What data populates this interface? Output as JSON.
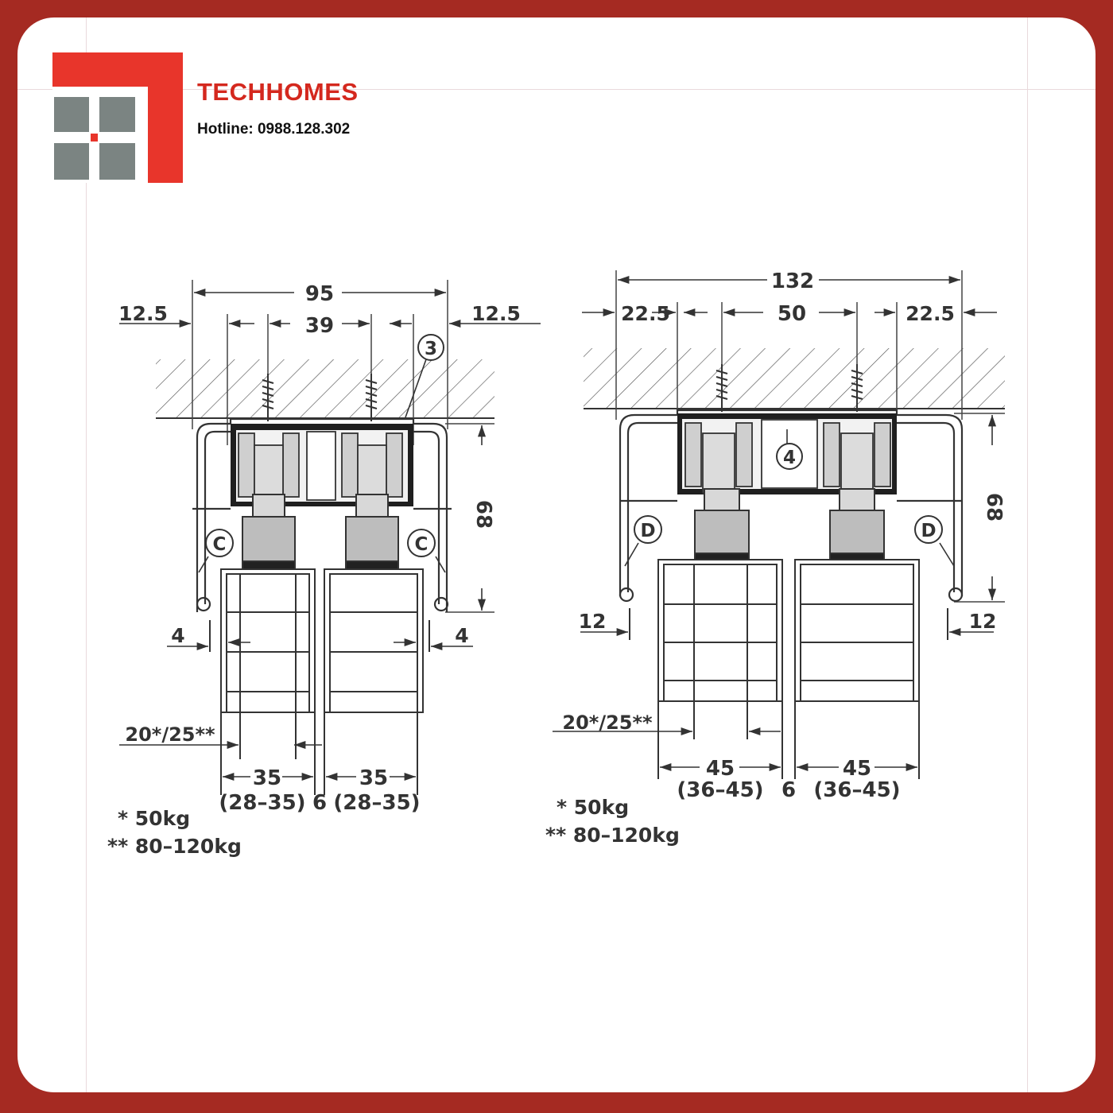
{
  "brand": {
    "name": "TECHHOMES",
    "hotline": "Hotline: 0988.128.302",
    "colors": {
      "red": "#e8352b",
      "gray": "#7b8482",
      "accent": "#d4281e",
      "frame": "#a52a22"
    }
  },
  "left_drawing": {
    "overall_width": "95",
    "side_left": "12.5",
    "side_right": "12.5",
    "center_spacing": "39",
    "callout_top": "3",
    "profile_label_left": "C",
    "profile_label_right": "C",
    "height": "68",
    "gap_left": "4",
    "gap_right": "4",
    "setback": "20*/25**",
    "door_left_width": "35",
    "door_left_range": "(28–35)",
    "door_gap": "6",
    "door_right_width": "35",
    "door_right_range": "(28–35)",
    "note_1": "* 50kg",
    "note_2": "** 80–120kg"
  },
  "right_drawing": {
    "overall_width": "132",
    "side_left": "22.5",
    "center_spacing": "50",
    "side_right": "22.5",
    "callout_center": "4",
    "profile_label_left": "D",
    "profile_label_right": "D",
    "height": "68",
    "gap_left": "12",
    "gap_right": "12",
    "setback": "20*/25**",
    "door_left_width": "45",
    "door_left_range": "(36–45)",
    "door_gap": "6",
    "door_right_width": "45",
    "door_right_range": "(36–45)",
    "note_1": "* 50kg",
    "note_2": "** 80–120kg"
  }
}
